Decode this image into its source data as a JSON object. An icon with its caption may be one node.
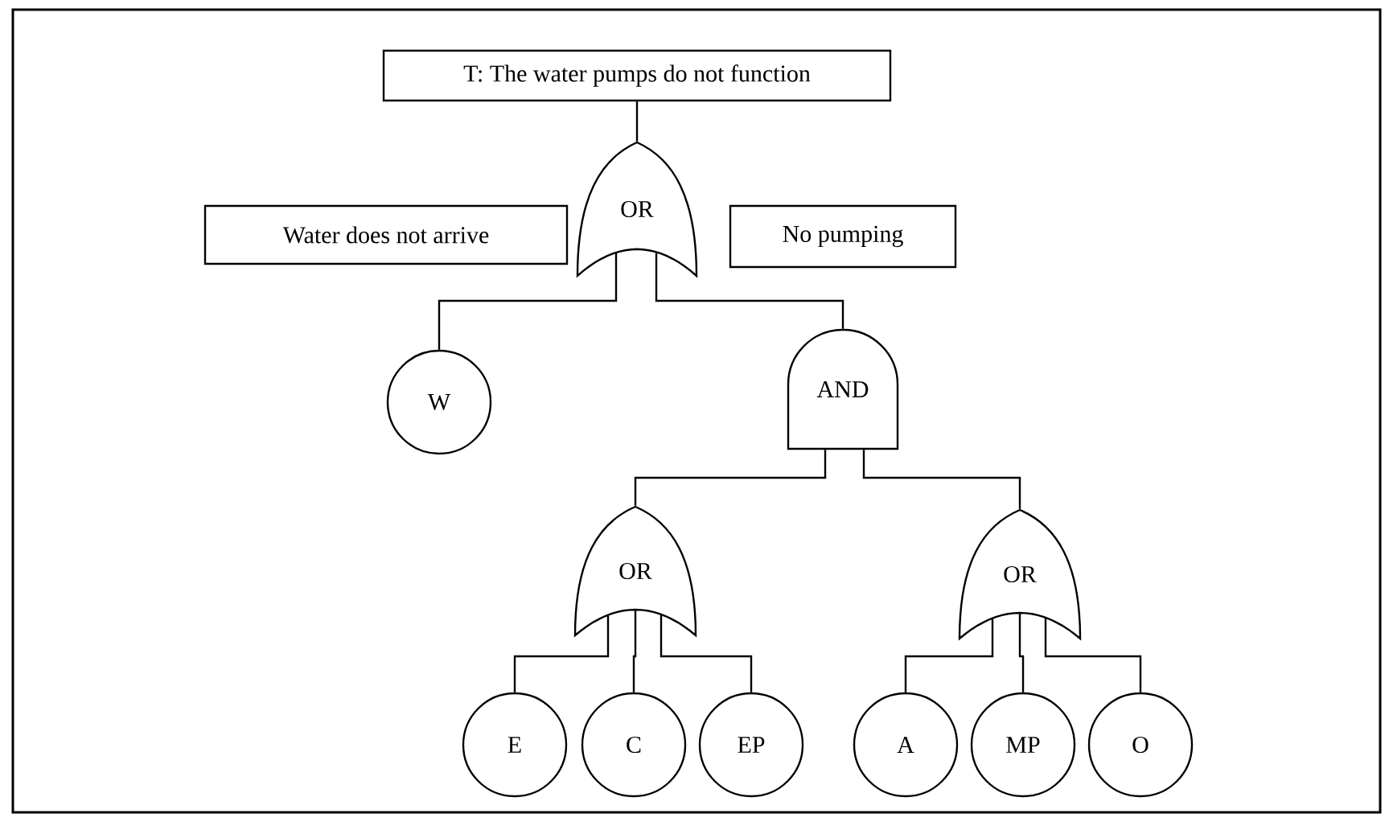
{
  "diagram": {
    "nodes": [
      {
        "text": [
          "T: The water pumps do not function"
        ]
      },
      {
        "text": [
          "OR"
        ]
      },
      {
        "text": [
          "Water does not arrive"
        ]
      },
      {
        "text": [
          "No pumping"
        ]
      },
      {
        "text": [
          "W"
        ]
      },
      {
        "text": [
          "AND"
        ]
      },
      {
        "text": [
          "OR"
        ]
      },
      {
        "text": [
          "OR"
        ]
      },
      {
        "text": [
          "E"
        ]
      },
      {
        "text": [
          "C"
        ]
      },
      {
        "text": [
          "EP"
        ]
      },
      {
        "text": [
          "A"
        ]
      },
      {
        "text": [
          "MP"
        ]
      },
      {
        "text": [
          "O"
        ]
      }
    ],
    "edges": [
      {
        "from": 0,
        "to": 1,
        "arrow": "none"
      },
      {
        "from": 1,
        "to": 4,
        "arrow": "none"
      },
      {
        "from": 1,
        "to": 5,
        "arrow": "none"
      },
      {
        "from": 5,
        "to": 6,
        "arrow": "none"
      },
      {
        "from": 5,
        "to": 7,
        "arrow": "none"
      },
      {
        "from": 6,
        "to": 8,
        "arrow": "none"
      },
      {
        "from": 6,
        "to": 9,
        "arrow": "none"
      },
      {
        "from": 6,
        "to": 10,
        "arrow": "none"
      },
      {
        "from": 7,
        "to": 11,
        "arrow": "none"
      },
      {
        "from": 7,
        "to": 12,
        "arrow": "none"
      },
      {
        "from": 7,
        "to": 13,
        "arrow": "none"
      }
    ]
  }
}
